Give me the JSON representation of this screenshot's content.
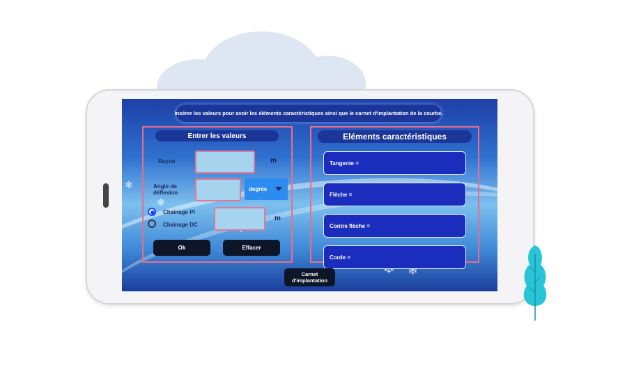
{
  "banner": {
    "text": "Insérer les valeurs pour avoir les éléments caractéristiques ainsi que le carnet d'implantation de la courbe."
  },
  "left_panel": {
    "title": "Entrer les valeurs",
    "rayon_label": "Rayon",
    "rayon_value": "",
    "rayon_unit": "m",
    "angle_label_line1": "Angle de",
    "angle_label_line2": "déflexion",
    "angle_value": "",
    "angle_unit_selected": "degrés",
    "radio_pi_label": "Chainage PI",
    "radio_dc_label": "Chainage DC",
    "radio_selected": "Chainage PI",
    "chainage_value": "",
    "chainage_unit": "m",
    "ok_label": "Ok",
    "clear_label": "Effacer"
  },
  "right_panel": {
    "title": "Eléments caractéristiques",
    "fields": [
      {
        "label": "Tangente ="
      },
      {
        "label": "Flèche ="
      },
      {
        "label": "Contre flèche ="
      },
      {
        "label": "Corde ="
      }
    ]
  },
  "carnet_button": {
    "line1": "Carnet",
    "line2": "d'implantation"
  },
  "colors": {
    "header_bg": "#1c3599",
    "panel_border": "#ea6d8c",
    "input_bg": "#a6d4ef",
    "field_bg": "#1b2dbd",
    "button_bg": "#0d1628",
    "dropdown_bg": "#2d8cf0",
    "radio_selected": "#1845ff",
    "tree": "#29c4d8"
  },
  "icons": [
    "dropdown-caret-icon",
    "tree-icon"
  ]
}
